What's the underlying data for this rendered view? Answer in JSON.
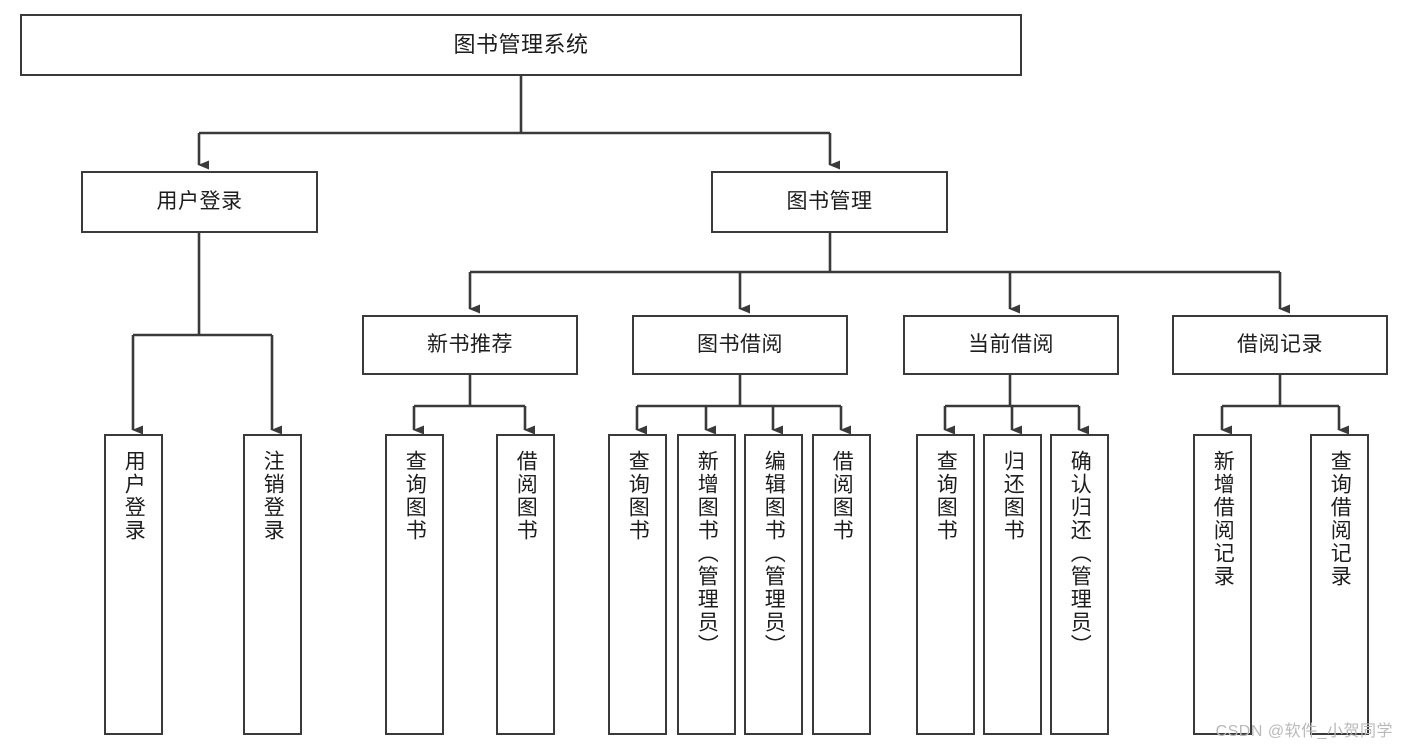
{
  "diagram": {
    "title": "图书管理系统",
    "watermark": "CSDN @软件_小贺同学",
    "colors": {
      "box_border": "#3a3a3a",
      "connector": "#3a3a3a",
      "background": "#ffffff",
      "text": "#1d1d1d",
      "watermark": "#b9b9b9"
    },
    "levels": {
      "root": {
        "label": "图书管理系统"
      },
      "level2": [
        {
          "label": "用户登录"
        },
        {
          "label": "图书管理"
        }
      ],
      "level3": [
        {
          "label": "新书推荐"
        },
        {
          "label": "图书借阅"
        },
        {
          "label": "当前借阅"
        },
        {
          "label": "借阅记录"
        }
      ],
      "leaves": {
        "user_login": [
          {
            "label": "用户登录"
          },
          {
            "label": "注销登录"
          }
        ],
        "new_book_recommend": [
          {
            "label": "查询图书"
          },
          {
            "label": "借阅图书"
          }
        ],
        "book_borrow": [
          {
            "label": "查询图书"
          },
          {
            "label": "新增图书（管理员）"
          },
          {
            "label": "编辑图书（管理员）"
          },
          {
            "label": "借阅图书"
          }
        ],
        "current_borrow": [
          {
            "label": "查询图书"
          },
          {
            "label": "归还图书"
          },
          {
            "label": "确认归还（管理员）"
          }
        ],
        "borrow_record": [
          {
            "label": "新增借阅记录"
          },
          {
            "label": "查询借阅记录"
          }
        ]
      }
    }
  }
}
